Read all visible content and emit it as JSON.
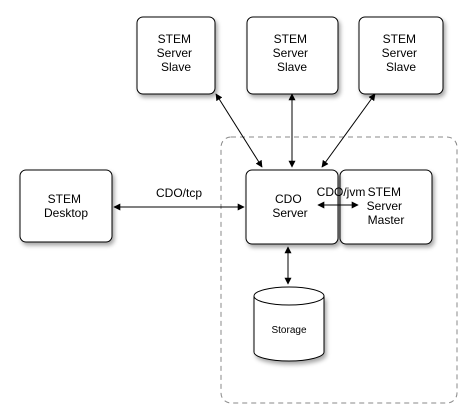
{
  "nodes": {
    "slave_1": {
      "lines": [
        "STEM",
        "Server",
        "Slave"
      ]
    },
    "slave_2": {
      "lines": [
        "STEM",
        "Server",
        "Slave"
      ]
    },
    "slave_3": {
      "lines": [
        "STEM",
        "Server",
        "Slave"
      ]
    },
    "desktop": {
      "lines": [
        "STEM",
        "Desktop"
      ]
    },
    "cdo_server": {
      "lines": [
        "CDO",
        "Server"
      ]
    },
    "master": {
      "lines": [
        "STEM",
        "Server",
        "Master"
      ]
    },
    "storage": {
      "label": "Storage"
    }
  },
  "edges": {
    "cdo_tcp": {
      "label": "CDO/tcp"
    },
    "cdo_jvm": {
      "label": "CDO/jvm"
    }
  }
}
